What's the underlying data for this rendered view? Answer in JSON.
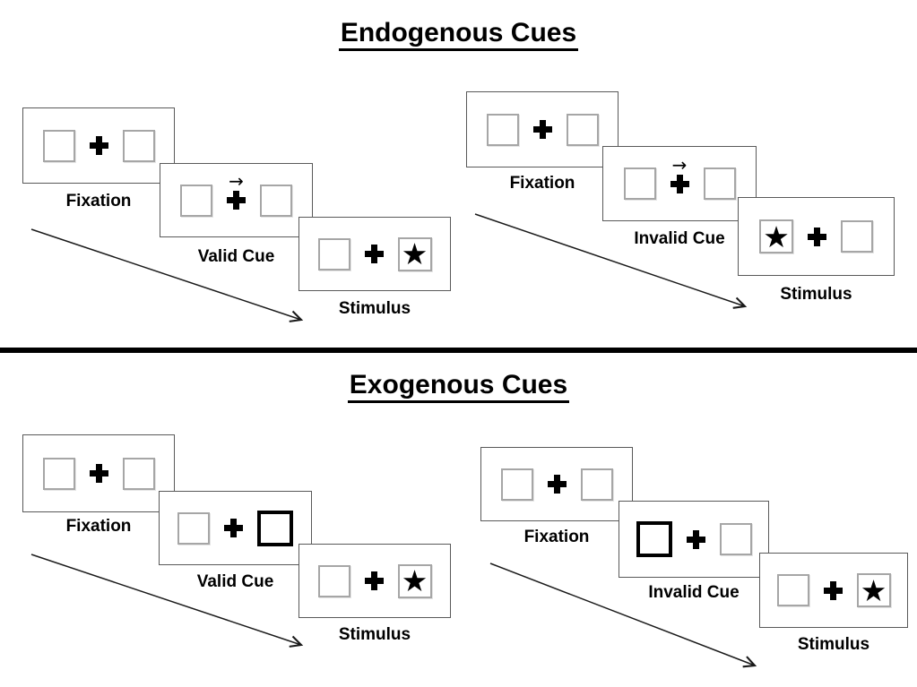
{
  "colors": {
    "background": "#ffffff",
    "panel_border": "#595959",
    "box_border": "#a6a6a6",
    "ink": "#000000"
  },
  "icons": {
    "star": "★",
    "cue_arrow": "→"
  },
  "endogenous": {
    "title": "Endogenous Cues",
    "valid": {
      "fixation_label": "Fixation",
      "cue_label": "Valid Cue",
      "stimulus_label": "Stimulus",
      "cue_description": "central arrow pointing right above fixation cross",
      "target_side": "right"
    },
    "invalid": {
      "fixation_label": "Fixation",
      "cue_label": "Invalid Cue",
      "stimulus_label": "Stimulus",
      "cue_description": "central arrow pointing right above fixation cross",
      "target_side": "left"
    }
  },
  "exogenous": {
    "title": "Exogenous Cues",
    "valid": {
      "fixation_label": "Fixation",
      "cue_label": "Valid Cue",
      "stimulus_label": "Stimulus",
      "cue_description": "right box highlighted with thick black border",
      "target_side": "right"
    },
    "invalid": {
      "fixation_label": "Fixation",
      "cue_label": "Invalid Cue",
      "stimulus_label": "Stimulus",
      "cue_description": "left box highlighted with thick black border",
      "target_side": "right"
    }
  }
}
